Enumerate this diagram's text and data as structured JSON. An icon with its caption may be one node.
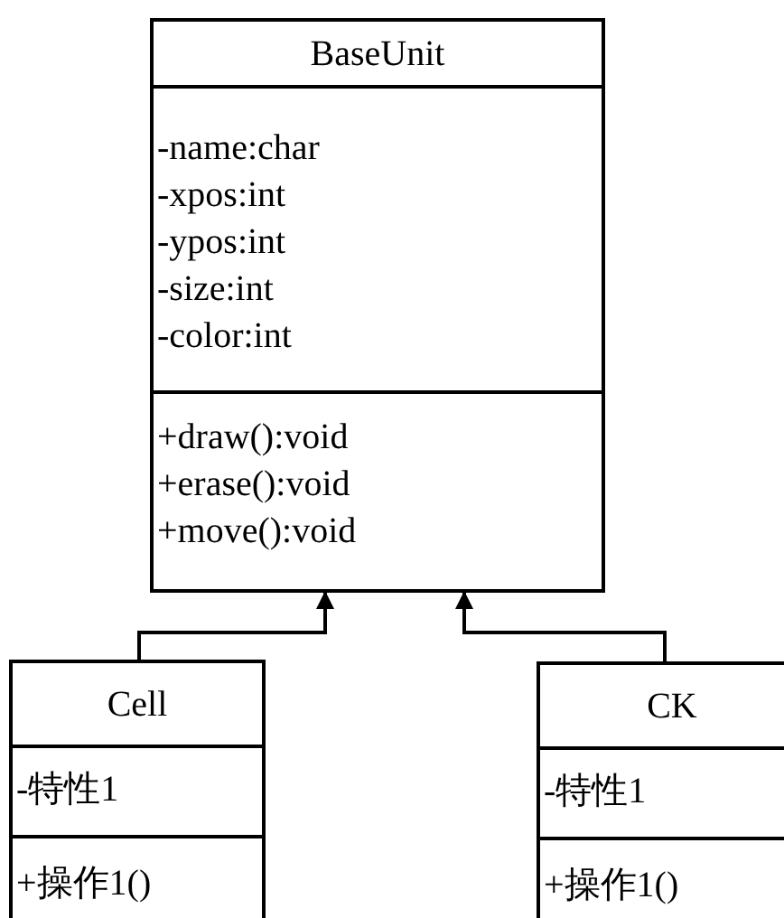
{
  "diagram": {
    "nodes": [
      {
        "text": [
          "BaseUnit",
          "-name:char -xpos:int -ypos:int -size:int -color:int",
          "+draw():void +erase():void +move():void"
        ]
      },
      {
        "text": [
          "Cell",
          "-特性1",
          "+操作1()"
        ]
      },
      {
        "text": [
          "CK",
          "-特性1",
          "+操作1()"
        ]
      }
    ],
    "edges": [
      {
        "from": 1,
        "to": 0,
        "arrow": "to"
      },
      {
        "from": 2,
        "to": 0,
        "arrow": "to"
      }
    ]
  }
}
